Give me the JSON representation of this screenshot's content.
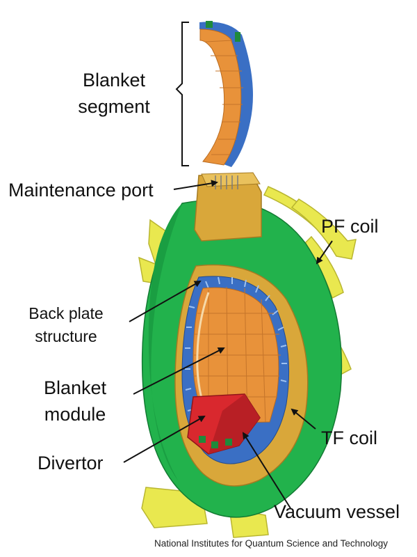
{
  "labels": {
    "blanket_segment_line1": "Blanket",
    "blanket_segment_line2": "segment",
    "maintenance_port": "Maintenance port",
    "pf_coil": "PF coil",
    "back_plate_line1": "Back plate",
    "back_plate_line2": "structure",
    "blanket_module_line1": "Blanket",
    "blanket_module_line2": "module",
    "tf_coil": "TF coil",
    "divertor": "Divertor",
    "vacuum_vessel": "Vacuum vessel"
  },
  "credit": "National Institutes for Quantum Science and Technology",
  "colors": {
    "tf_coil": "#22b24c",
    "pf_coil": "#e9e84f",
    "vacuum_vessel": "#d9a73a",
    "blanket": "#e8923a",
    "back_plate": "#3a6fc4",
    "divertor": "#d9282e"
  }
}
